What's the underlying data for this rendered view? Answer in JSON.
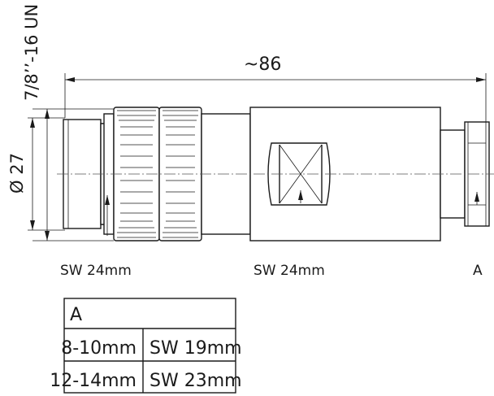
{
  "dimensions": {
    "thread": "7/8’’-16 UN",
    "length": "~86",
    "diameter": "Ø 27"
  },
  "labels": {
    "wrench_left": "SW 24mm",
    "wrench_middle": "SW 24mm",
    "point_a": "A"
  },
  "table": {
    "header": "A",
    "rows": [
      [
        "8-10mm",
        "SW 19mm"
      ],
      [
        "12-14mm",
        "SW 23mm"
      ]
    ]
  }
}
